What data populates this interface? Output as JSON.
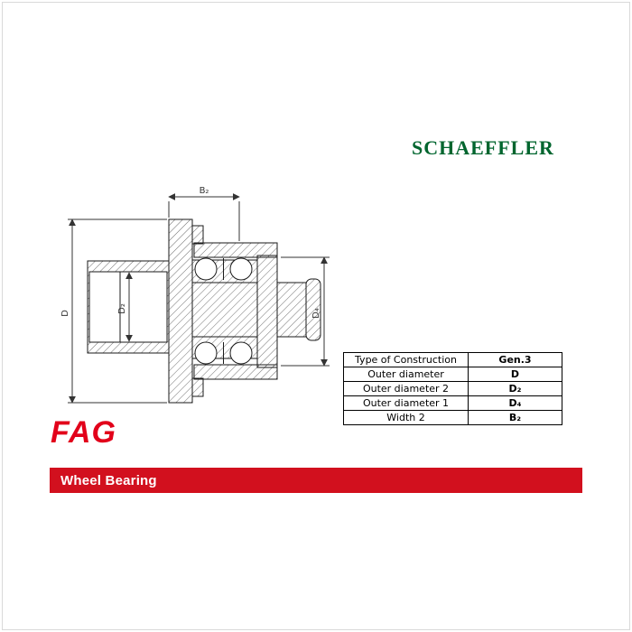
{
  "page": {
    "brand_top": "SCHAEFFLER",
    "brand_bottom": "FAG",
    "banner_title": "Wheel Bearing",
    "colors": {
      "schaeffler_green": "#00652e",
      "fag_red": "#e2001a",
      "banner_red": "#d2101e"
    }
  },
  "diagram": {
    "dimension_labels": {
      "width2": "B₂",
      "outer_diameter": "D",
      "outer_diameter2": "D₂",
      "outer_diameter1": "D₄"
    }
  },
  "spec_table": {
    "rows": [
      {
        "label": "Type of Construction",
        "value": "Gen.3"
      },
      {
        "label": "Outer diameter",
        "value": "D"
      },
      {
        "label": "Outer diameter 2",
        "value": "D₂"
      },
      {
        "label": "Outer diameter 1",
        "value": "D₄"
      },
      {
        "label": "Width 2",
        "value": "B₂"
      }
    ]
  }
}
